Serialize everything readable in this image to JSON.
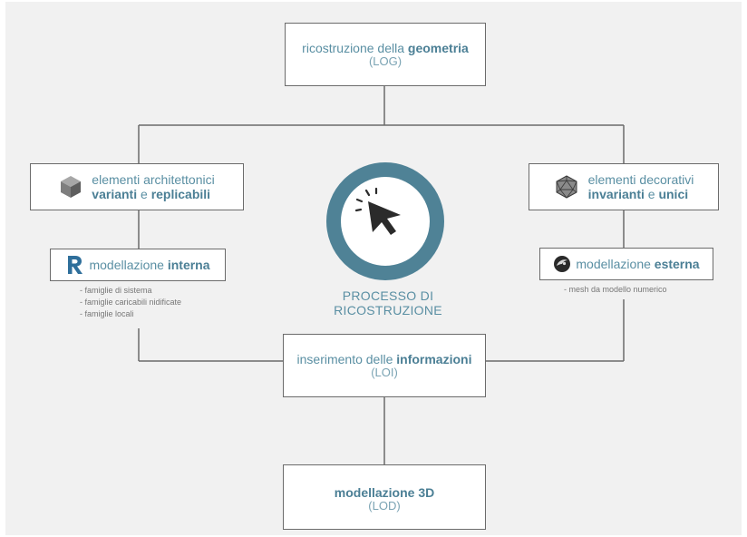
{
  "boxes": {
    "geometry": {
      "text": "ricostruzione della",
      "bold": "geometria",
      "sub": "(LOG)"
    },
    "arch": {
      "line1": "elementi architettonici",
      "bold1": "varianti",
      "mid": "e",
      "bold2": "replicabili"
    },
    "deco": {
      "line1": "elementi decorativi",
      "bold1": "invarianti",
      "mid": "e",
      "bold2": "unici"
    },
    "internal": {
      "text": "modellazione",
      "bold": "interna"
    },
    "external": {
      "text": "modellazione",
      "bold": "esterna"
    },
    "info": {
      "text": "inserimento delle",
      "bold": "informazioni",
      "sub": "(LOI)"
    },
    "model3d": {
      "bold": "modellazione 3D",
      "sub": "(LOD)"
    }
  },
  "internal_list": [
    "- famiglie di sistema",
    "- famiglie caricabili nidificate",
    "- famiglie locali"
  ],
  "external_list": [
    "- mesh da modello numerico"
  ],
  "center_label": "PROCESSO DI RICOSTRUZIONE",
  "icons": {
    "arch": "cube-icon",
    "deco": "icosahedron-icon",
    "internal": "revit-logo-icon",
    "external": "rhino-logo-icon",
    "center": "click-cursor-icon"
  },
  "colors": {
    "accent": "#4b7f95",
    "ring": "#4f8296",
    "lines": "#6b6b6b",
    "background": "#f1f1f1"
  }
}
